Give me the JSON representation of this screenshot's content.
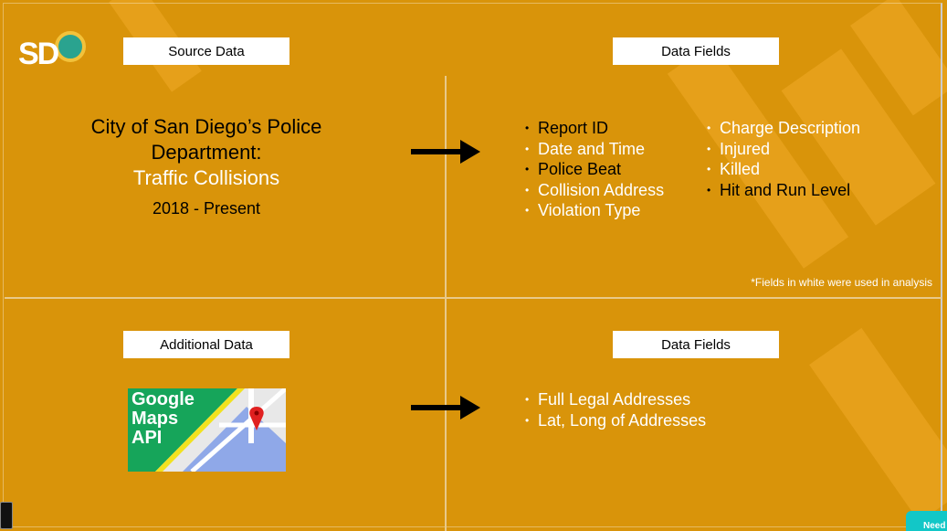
{
  "logo": {
    "text": "SD"
  },
  "top_left": {
    "label": "Source Data",
    "title_line1": "City of San Diego’s Police",
    "title_line2": "Department:",
    "title_line3": "Traffic Collisions",
    "years": "2018 - Present"
  },
  "top_right": {
    "label": "Data Fields",
    "fields_col1": [
      "Report ID",
      "Date and Time",
      "Police Beat",
      "Collision Address",
      "Violation Type"
    ],
    "fields_col1_white": [
      false,
      true,
      false,
      true,
      true
    ],
    "fields_col2": [
      "Charge Description",
      "Injured",
      "Killed",
      "Hit and Run Level"
    ],
    "fields_col2_white": [
      true,
      true,
      true,
      false
    ],
    "note": "*Fields in white were used in analysis"
  },
  "bottom_left": {
    "label": "Additional Data",
    "gmaps_text": [
      "Google",
      "Maps",
      "API"
    ]
  },
  "bottom_right": {
    "label": "Data Fields",
    "fields": [
      "Full Legal Addresses",
      "Lat, Long of Addresses"
    ]
  },
  "help_tab": {
    "text": "Need"
  },
  "colors": {
    "background": "#d9940a",
    "highlight_text": "#ffffff",
    "normal_text": "#000000"
  }
}
